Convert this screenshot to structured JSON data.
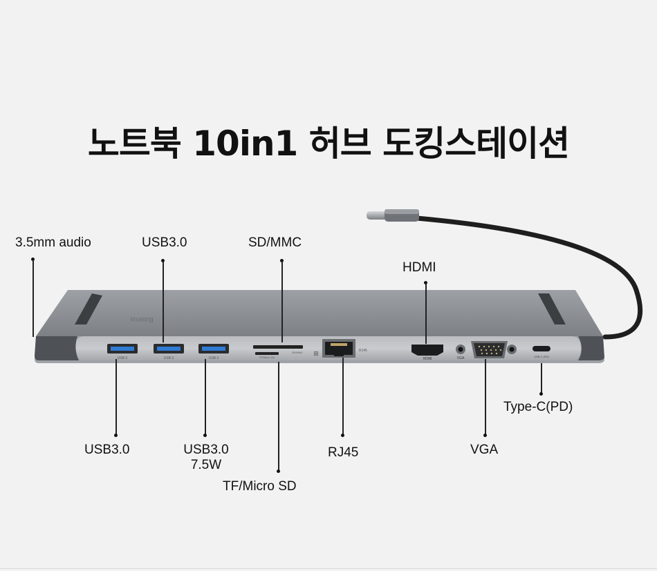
{
  "title": "노트북 10in1 허브 도킹스테이션",
  "device": {
    "brand": "Baseus",
    "body_color": "#8e9297",
    "cable_color": "#1e1e1e",
    "engravings": {
      "usb_a": "USB 3",
      "sd": "SD/MMC",
      "tf": "TF/Micro SD",
      "rj45": "RJ45",
      "hdmi": "HDMI",
      "vga": "VGA",
      "usbc": "USB C (PD)"
    }
  },
  "ports": {
    "audio": "3.5mm audio",
    "usb_top": "USB3.0",
    "sd_mmc": "SD/MMC",
    "hdmi": "HDMI",
    "usb_left": "USB3.0",
    "usb_middle_line1": "USB3.0",
    "usb_middle_line2": "7.5W",
    "tf": "TF/Micro SD",
    "rj45": "RJ45",
    "vga": "VGA",
    "type_c": "Type-C(PD)"
  }
}
